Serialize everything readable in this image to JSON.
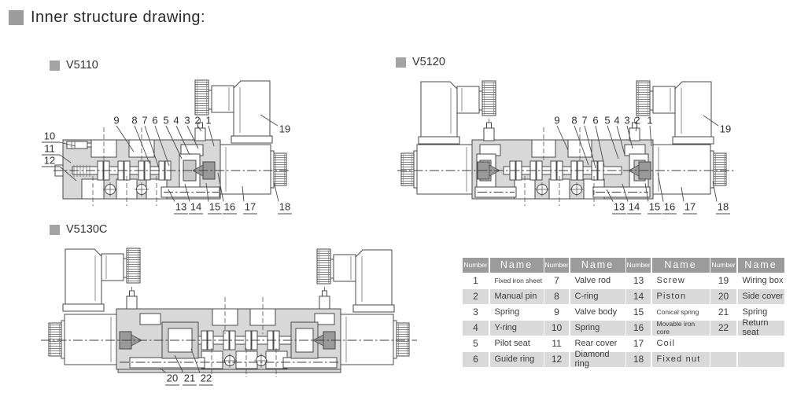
{
  "header": {
    "title": "Inner structure drawing:"
  },
  "diagrams": [
    {
      "id": "v5110",
      "label": "V5110",
      "callouts": [
        "9",
        "8",
        "7",
        "6",
        "5",
        "4",
        "3",
        "2",
        "1",
        "10",
        "11",
        "12",
        "13",
        "14",
        "15",
        "16",
        "17",
        "18",
        "19"
      ]
    },
    {
      "id": "v5120",
      "label": "V5120",
      "callouts": [
        "9",
        "8",
        "7",
        "6",
        "5",
        "4",
        "3",
        "2",
        "1",
        "13",
        "14",
        "15",
        "16",
        "17",
        "18",
        "19"
      ]
    },
    {
      "id": "v5130c",
      "label": "V5130C",
      "callouts": [
        "20",
        "21",
        "22"
      ]
    }
  ],
  "table": {
    "headers": [
      "Number",
      "Name",
      "Number",
      "Name",
      "Number",
      "Name",
      "Number",
      "Name"
    ],
    "rows": [
      [
        "1",
        "Fixed iron sheet",
        "7",
        "Valve rod",
        "13",
        "Screw",
        "19",
        "Wiring box"
      ],
      [
        "2",
        "Manual pin",
        "8",
        "C-ring",
        "14",
        "Piston",
        "20",
        "Side cover"
      ],
      [
        "3",
        "Spring",
        "9",
        "Valve body",
        "15",
        "Conical spring",
        "21",
        "Spring"
      ],
      [
        "4",
        "Y-ring",
        "10",
        "Spring",
        "16",
        "Movable iron core",
        "22",
        "Return seat"
      ],
      [
        "5",
        "Pilot seat",
        "11",
        "Rear cover",
        "17",
        "Coil",
        "",
        ""
      ],
      [
        "6",
        "Guide ring",
        "12",
        "Diamond ring",
        "18",
        "Fixed nut",
        "",
        ""
      ]
    ]
  },
  "colors": {
    "accent_gray": "#9b9b9b",
    "row_alt": "#d9d9d9",
    "body_fill": "#d8d8d8",
    "line": "#4a4a4a"
  }
}
